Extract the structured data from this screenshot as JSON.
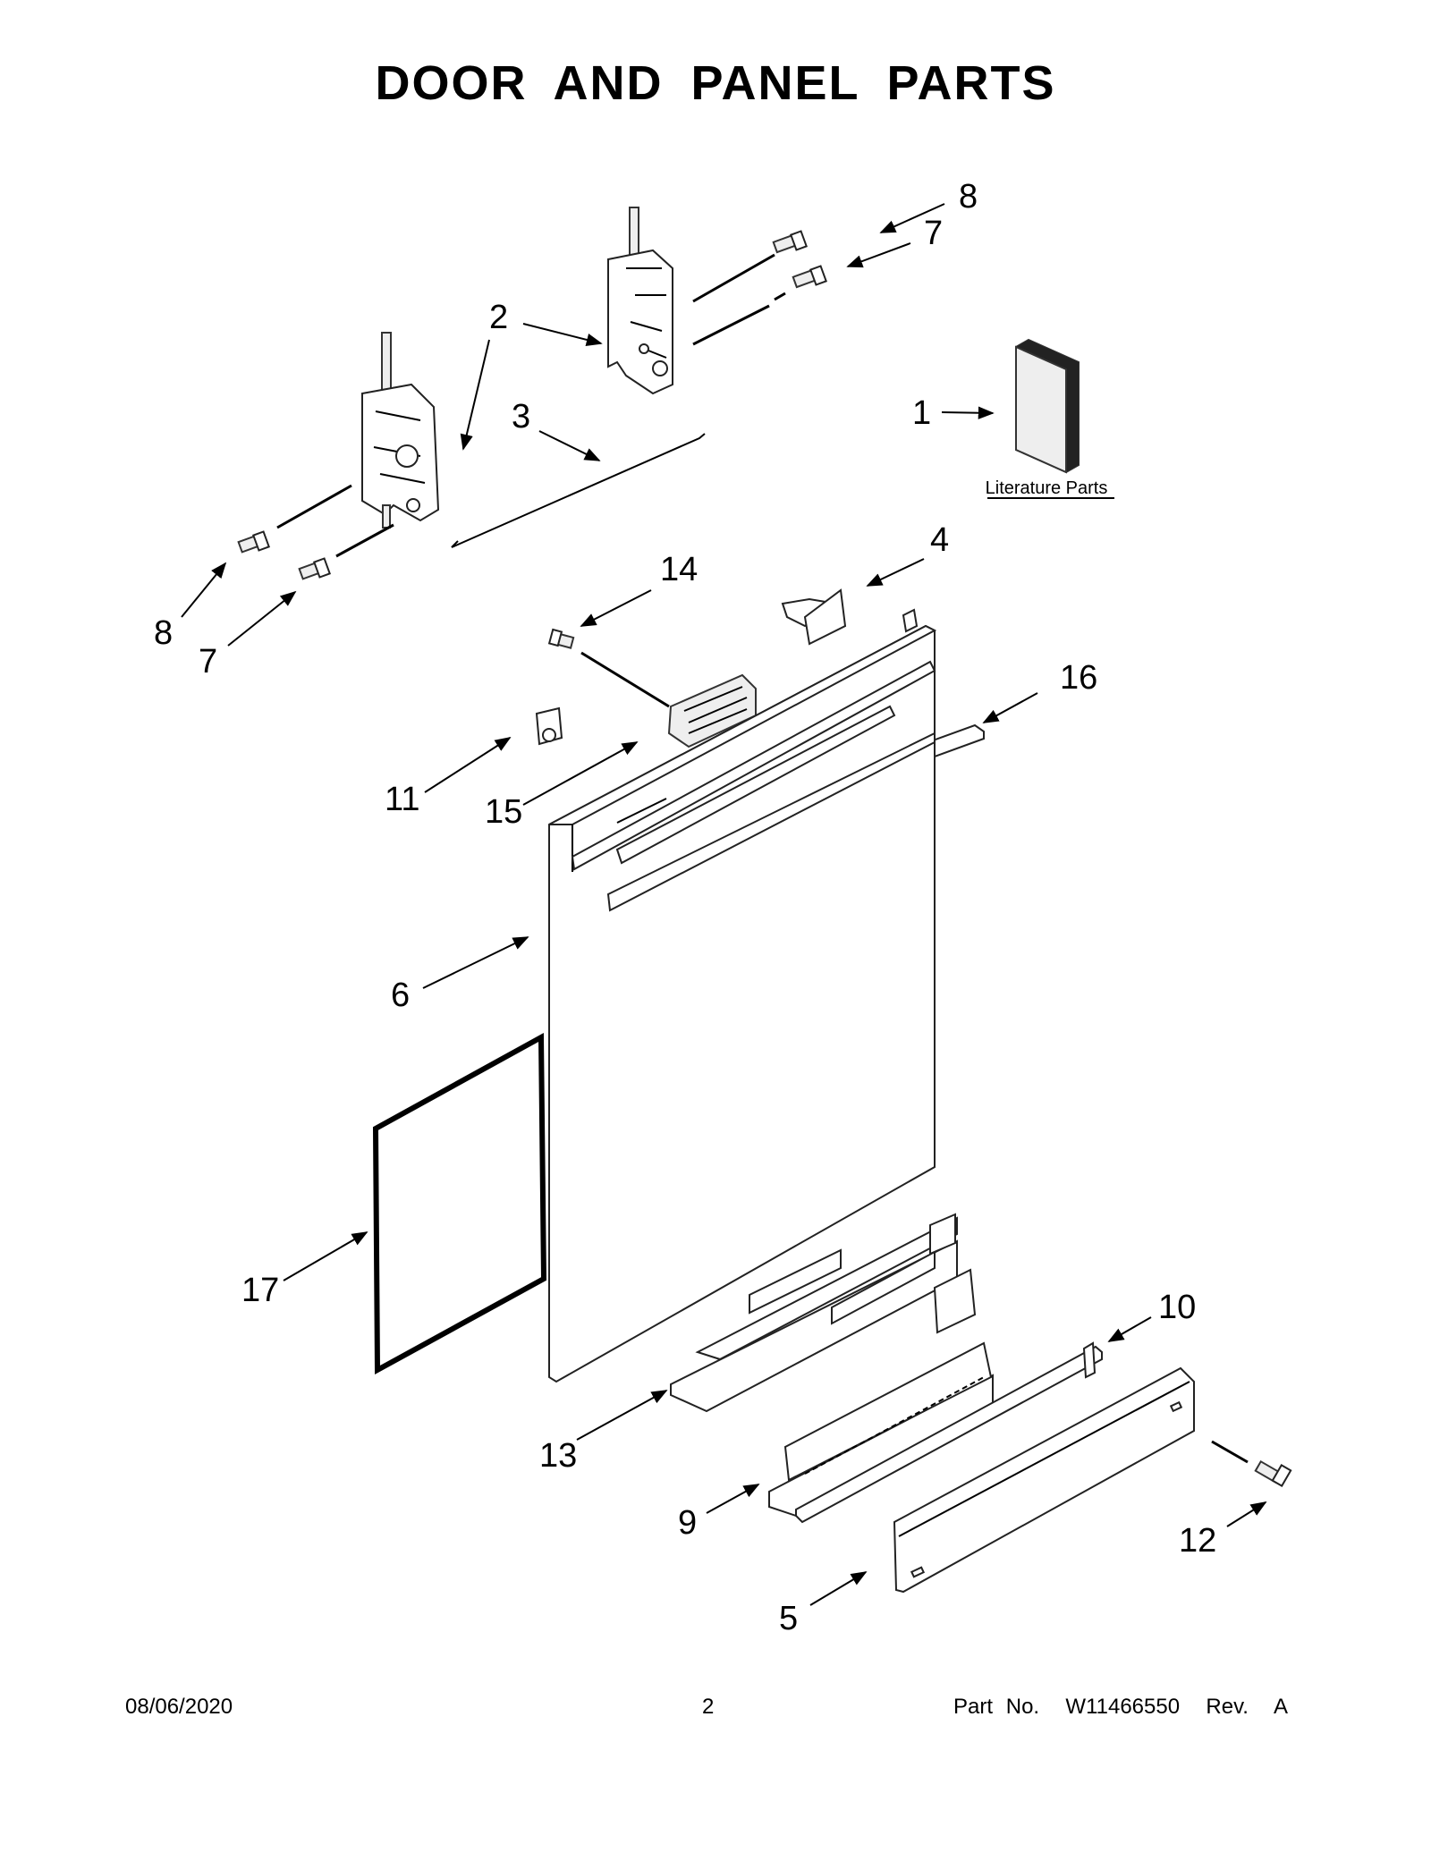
{
  "title": "DOOR AND PANEL PARTS",
  "literature_label": "Literature Parts",
  "callouts": {
    "c1": "1",
    "c2": "2",
    "c3": "3",
    "c4": "4",
    "c5": "5",
    "c6": "6",
    "c7a": "7",
    "c7b": "7",
    "c8a": "8",
    "c8b": "8",
    "c9": "9",
    "c10": "10",
    "c11": "11",
    "c12": "12",
    "c13": "13",
    "c14": "14",
    "c15": "15",
    "c16": "16",
    "c17": "17"
  },
  "footer": {
    "date": "08/06/2020",
    "page": "2",
    "part": "Part No.  W11466550  Rev.  A"
  }
}
